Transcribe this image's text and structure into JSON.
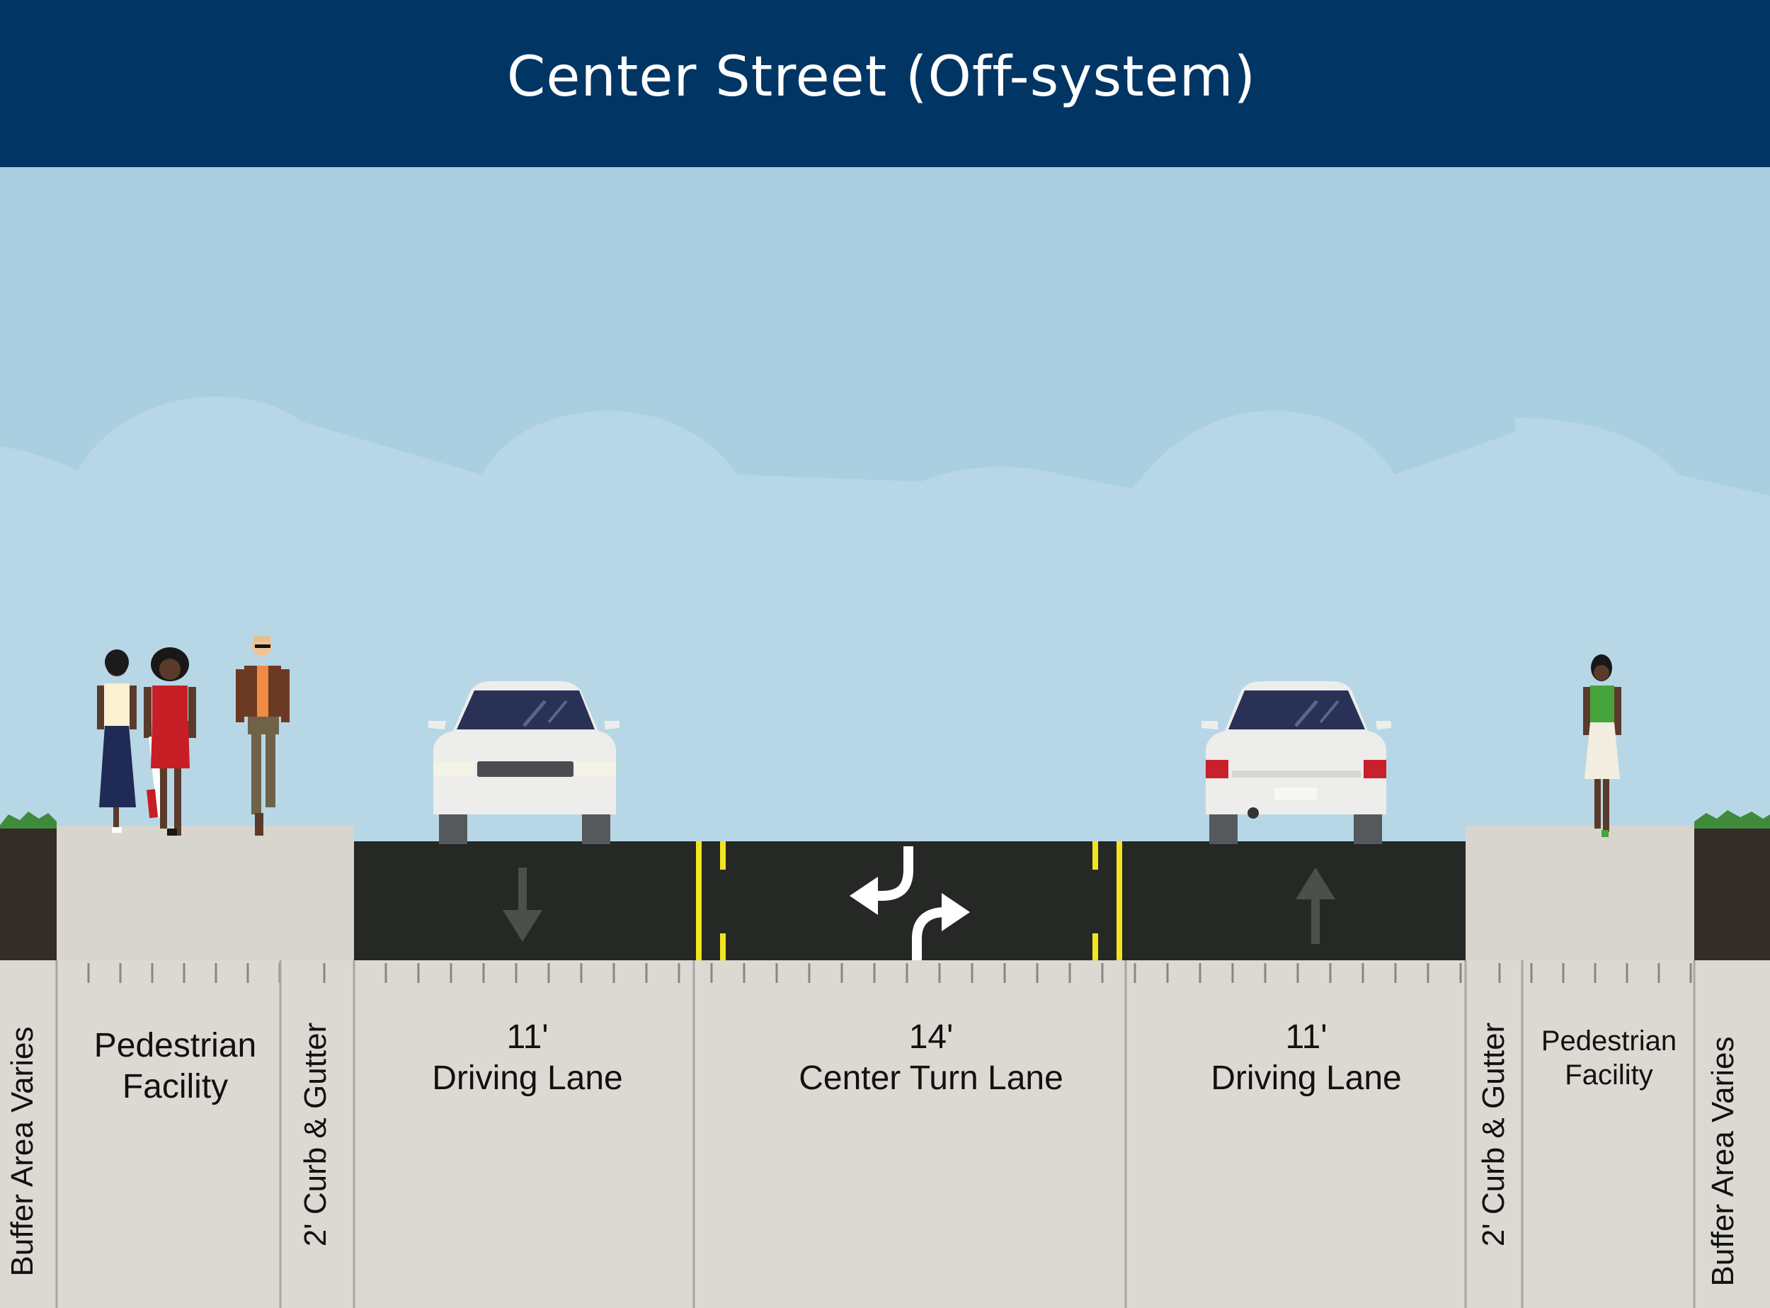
{
  "title": "Center Street (Off-system)",
  "colors": {
    "header": "#003564",
    "sky": "#a9cfe0",
    "clouds": "#b7d7e6",
    "asphalt": "#262826",
    "sidewalk": "#d8d5cf",
    "ground": "#dcd9d3",
    "soil": "#342c27",
    "grass": "#3f8a3b",
    "lane_stripe": "#f1e522"
  },
  "segments": {
    "left_buffer": "Buffer Area Varies",
    "left_ped_line1": "Pedestrian",
    "left_ped_line2": "Facility",
    "left_curb": "2' Curb & Gutter",
    "left_lane_width": "11'",
    "left_lane_name": "Driving Lane",
    "center_width": "14'",
    "center_name": "Center Turn Lane",
    "right_lane_width": "11'",
    "right_lane_name": "Driving Lane",
    "right_curb": "2' Curb & Gutter",
    "right_ped_line1": "Pedestrian",
    "right_ped_line2": "Facility",
    "right_buffer": "Buffer Area Varies"
  },
  "icons": [
    "down-arrow-icon",
    "left-turn-arrow-icon",
    "right-turn-arrow-icon",
    "up-arrow-icon",
    "car-front-icon",
    "car-rear-icon",
    "pedestrian-icon"
  ]
}
